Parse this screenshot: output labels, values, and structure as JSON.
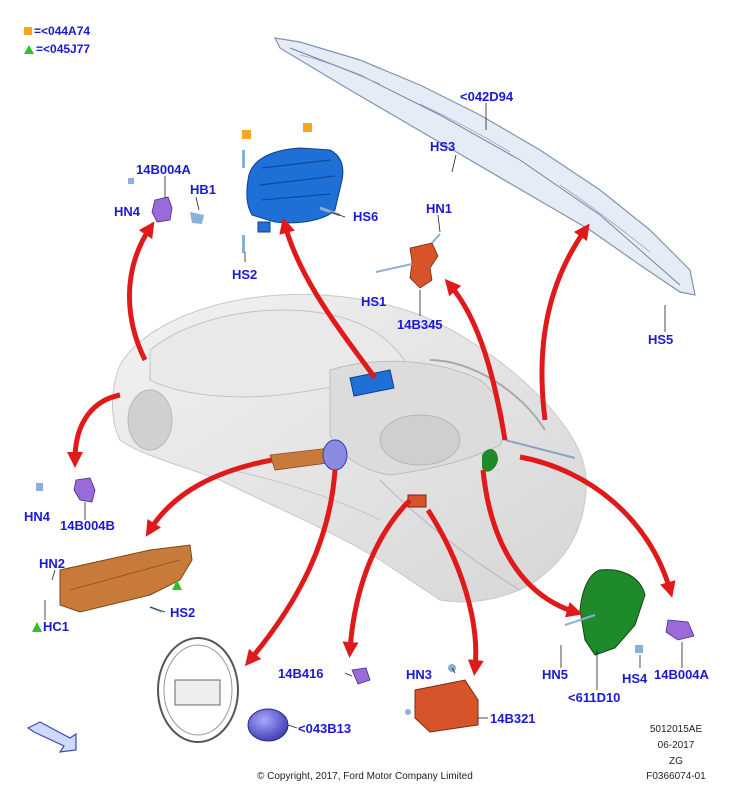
{
  "legend": [
    {
      "marker": "orange-square",
      "color": "#f5a623",
      "text": "=<044A74"
    },
    {
      "marker": "green-triangle",
      "color": "#2fbf2f",
      "text": "=<045J77"
    }
  ],
  "labels": {
    "part_042D94": "<042D94",
    "hs3": "HS3",
    "hs5": "HS5",
    "part_14B004A_top": "14B004A",
    "hn4_top": "HN4",
    "hb1": "HB1",
    "hs6": "HS6",
    "hs2_top": "HS2",
    "hn1": "HN1",
    "hs1": "HS1",
    "part_14B345": "14B345",
    "hn4_left": "HN4",
    "part_14B004B": "14B004B",
    "hn2": "HN2",
    "hc1": "HC1",
    "hs2_left": "HS2",
    "part_14B416": "14B416",
    "part_043B13": "<043B13",
    "hn3": "HN3",
    "part_14B321": "14B321",
    "hn5": "HN5",
    "part_611D10": "<611D10",
    "hs4": "HS4",
    "part_14B004A_right": "14B004A"
  },
  "reference": {
    "doc_number": "5012015AE",
    "date": "06-2017",
    "code": "ZG",
    "figure": "F0366074-01"
  },
  "copyright": "© Copyright, 2017, Ford Motor Company Limited",
  "colors": {
    "label_blue": "#1a1ad6",
    "arrow_red": "#e01a1a",
    "airbag_blue": "#1e6fd6",
    "module_orange": "#d7532a",
    "knee_copper": "#c87a3a",
    "seat_green": "#1f8a2a",
    "sensor_purple": "#9a6ad8"
  }
}
